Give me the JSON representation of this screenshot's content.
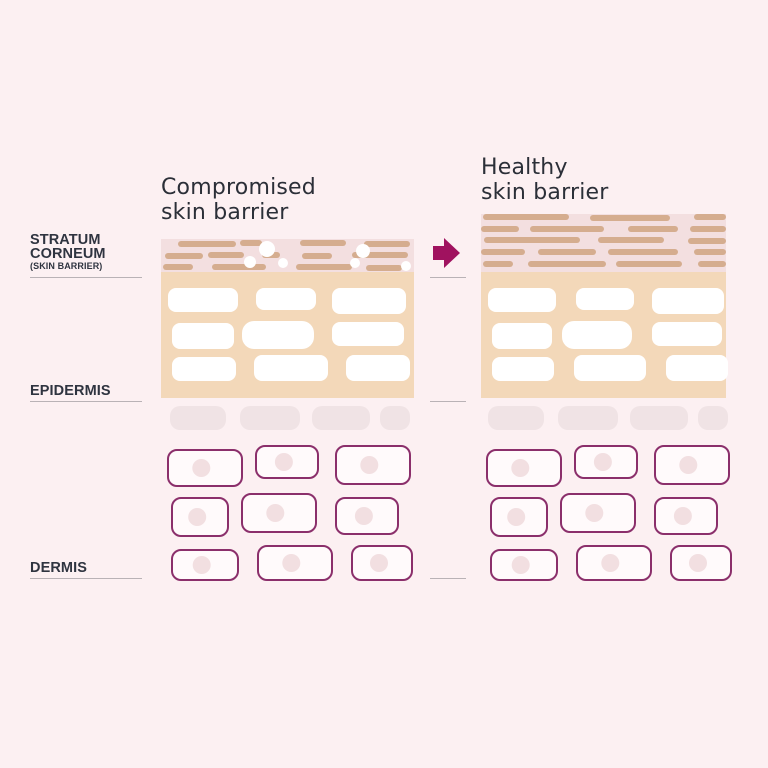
{
  "panels": {
    "left": {
      "title_line1": "Compromised",
      "title_line2": "skin barrier"
    },
    "right": {
      "title_line1": "Healthy",
      "title_line2": "skin barrier"
    }
  },
  "layers": {
    "stratum_line1": "STRATUM",
    "stratum_line2": "CORNEUM",
    "stratum_sub": "(SKIN BARRIER)",
    "epidermis": "EPIDERMIS",
    "dermis": "DERMIS"
  },
  "colors": {
    "background": "#fcf0f2",
    "corneum_band": "#f3dfe0",
    "corneum_cell": "#d5ad8f",
    "epidermis": "#f3d8b9",
    "epidermis_cell": "#ffffff",
    "fading_cell": "#f0e3e5",
    "dermis_cell_border": "#8b2f6b",
    "nucleus": "#f2dfe1",
    "arrow": "#a0125f",
    "rule": "#b9b2b6"
  },
  "icons": {
    "transition": "arrow-right-icon"
  }
}
